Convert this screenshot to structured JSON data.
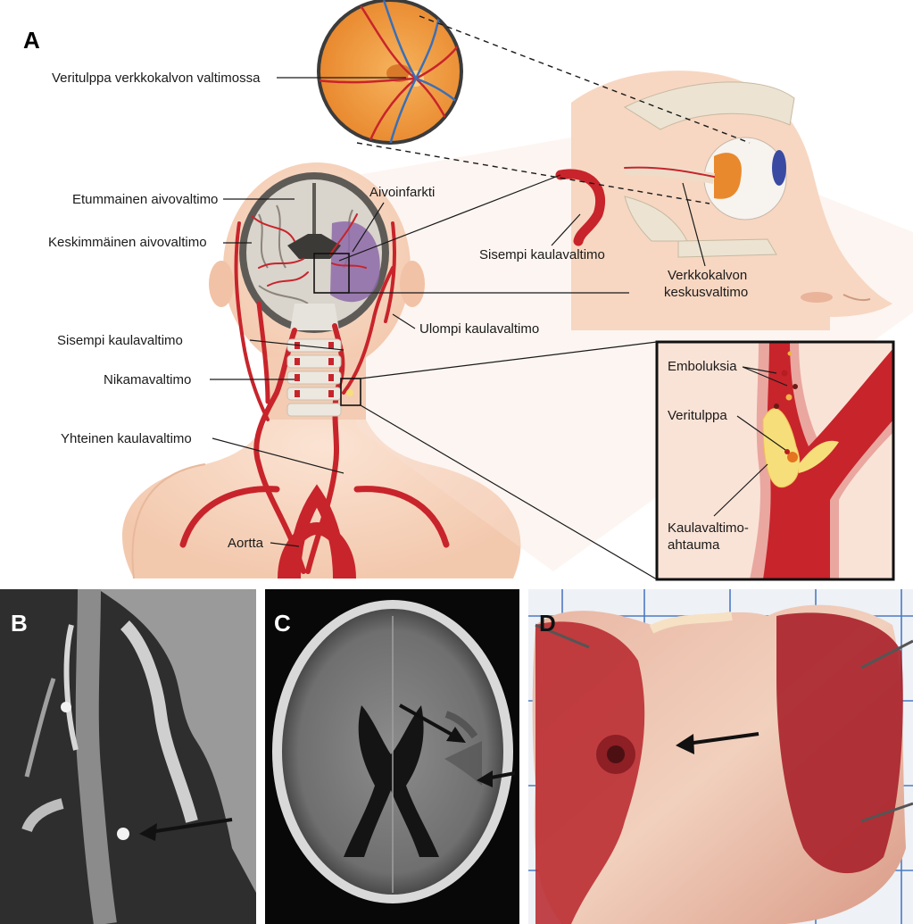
{
  "panels": {
    "a": "A",
    "b": "B",
    "c": "C",
    "d": "D"
  },
  "labels": {
    "retinal_clot": "Veritulppa verkkokalvon valtimossa",
    "anterior_cerebral": "Etummainen aivovaltimo",
    "middle_cerebral": "Keskimmäinen aivovaltimo",
    "brain_infarct": "Aivoinfarkti",
    "internal_carotid_eye": "Sisempi kaulavaltimo",
    "central_retinal_1": "Verkkokalvon",
    "central_retinal_2": "keskusvaltimo",
    "external_carotid": "Ulompi kaulavaltimo",
    "internal_carotid": "Sisempi kaulavaltimo",
    "vertebral": "Nikamavaltimo",
    "common_carotid": "Yhteinen kaulavaltimo",
    "aorta": "Aortta",
    "emboli": "Emboluksia",
    "clot": "Veritulppa",
    "stenosis_1": "Kaulavaltimo-",
    "stenosis_2": "ahtauma"
  },
  "colors": {
    "artery": "#c8242b",
    "vein": "#3b6fb5",
    "skin": "#f7d7c2",
    "plaque": "#f6df7a",
    "brain_gray": "#d9d4cc",
    "infarct": "#8d6aa8"
  }
}
